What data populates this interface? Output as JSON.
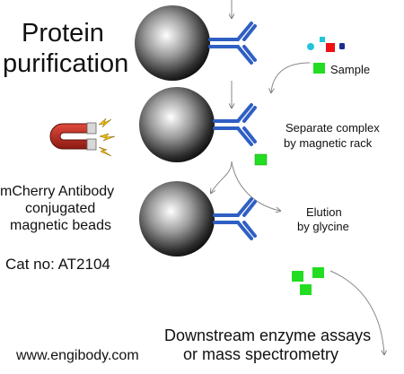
{
  "title_line1": "Protein",
  "title_line2": "purification",
  "sample_label": "Sample",
  "step_separate_line1": "Separate complex",
  "step_separate_line2": "by magnetic rack",
  "step_elution_line1": "Elution",
  "step_elution_line2": "by glycine",
  "product_line1": "mCherry Antibody",
  "product_line2": "conjugated",
  "product_line3": "magnetic beads",
  "catalog": "Cat no: AT2104",
  "downstream_line1": "Downstream enzyme assays",
  "downstream_line2": "or mass spectrometry",
  "website": "www.engibody.com",
  "colors": {
    "antibody": "#2f5fc4",
    "target_protein": "#22dd22",
    "sample_cyan": "#22c4d8",
    "sample_red": "#ee1111",
    "sample_navy": "#1a2f8c",
    "magnet_red": "#c8281e",
    "spark": "#f0c000"
  },
  "icons": [
    "magnetic-bead-icon",
    "antibody-icon",
    "magnet-icon",
    "spark-icon",
    "arrow-icon"
  ]
}
